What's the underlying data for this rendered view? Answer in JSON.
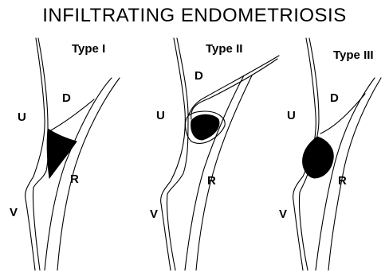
{
  "title": "INFILTRATING ENDOMETRIOSIS",
  "panels": [
    {
      "type_label": "Type I",
      "labels": {
        "U": "U",
        "D": "D",
        "R": "R",
        "V": "V"
      }
    },
    {
      "type_label": "Type II",
      "labels": {
        "U": "U",
        "D": "D",
        "R": "R",
        "V": "V"
      }
    },
    {
      "type_label": "Type III",
      "labels": {
        "U": "U",
        "D": "D",
        "R": "R",
        "V": "V"
      }
    }
  ],
  "colors": {
    "ink": "#000000",
    "background": "#ffffff"
  }
}
